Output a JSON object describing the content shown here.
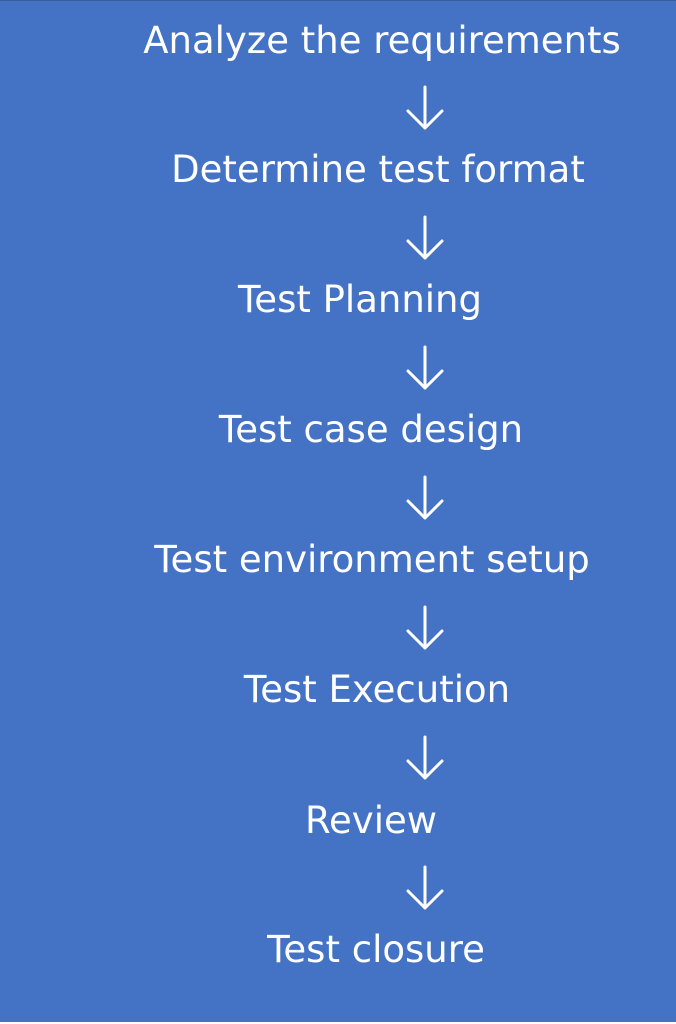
{
  "flowchart": {
    "background_color": "#4472c4",
    "text_color": "#ffffff",
    "steps": [
      "Analyze the requirements",
      "Determine test format",
      "Test Planning",
      "Test case design",
      "Test environment setup",
      "Test Execution",
      "Review",
      "Test closure"
    ],
    "connector_icon": "arrow-down-icon"
  }
}
